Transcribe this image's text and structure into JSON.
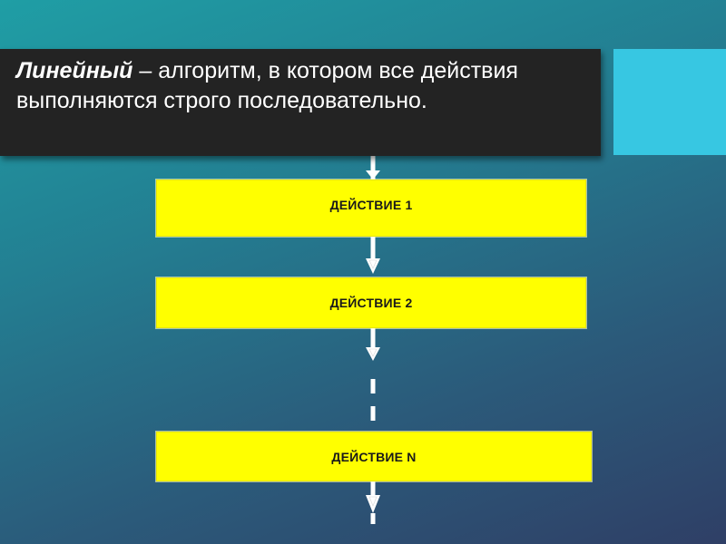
{
  "title": {
    "term": "Линейный",
    "definition": " – алгоритм, в котором все действия выполняются строго последовательно."
  },
  "actions": [
    {
      "label": "ДЕЙСТВИЕ 1"
    },
    {
      "label": "ДЕЙСТВИЕ 2"
    },
    {
      "label": "ДЕЙСТВИЕ N"
    }
  ],
  "colors": {
    "title_background": "#232323",
    "accent": "#37c7e2",
    "action_fill": "#ffff00",
    "connector": "#ffffff"
  }
}
